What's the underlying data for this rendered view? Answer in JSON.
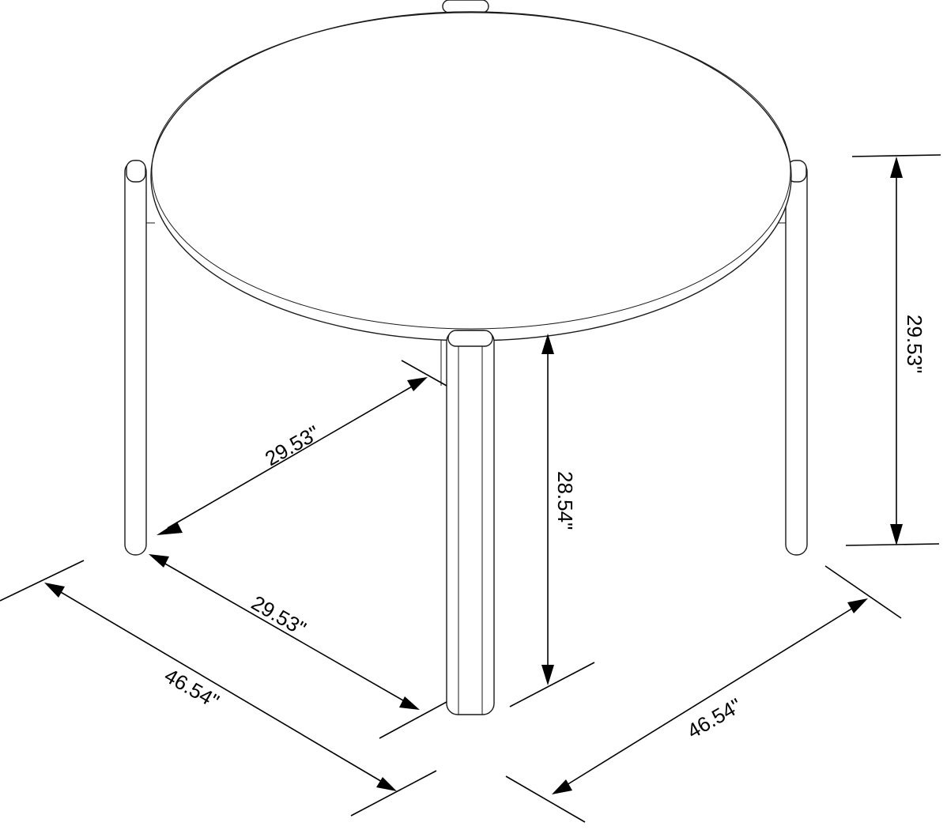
{
  "drawing": {
    "subject": "Round table with three legs — dimension diagram",
    "units": "inches",
    "colors": {
      "line": "#1a1a1a",
      "background": "#ffffff"
    }
  },
  "dimensions": {
    "overall_height": "29.53\"",
    "leg_span_upper": "29.53\"",
    "leg_span_lower": "29.53\"",
    "clearance_height": "28.54\"",
    "width_left": "46.54\"",
    "width_right": "46.54\""
  }
}
